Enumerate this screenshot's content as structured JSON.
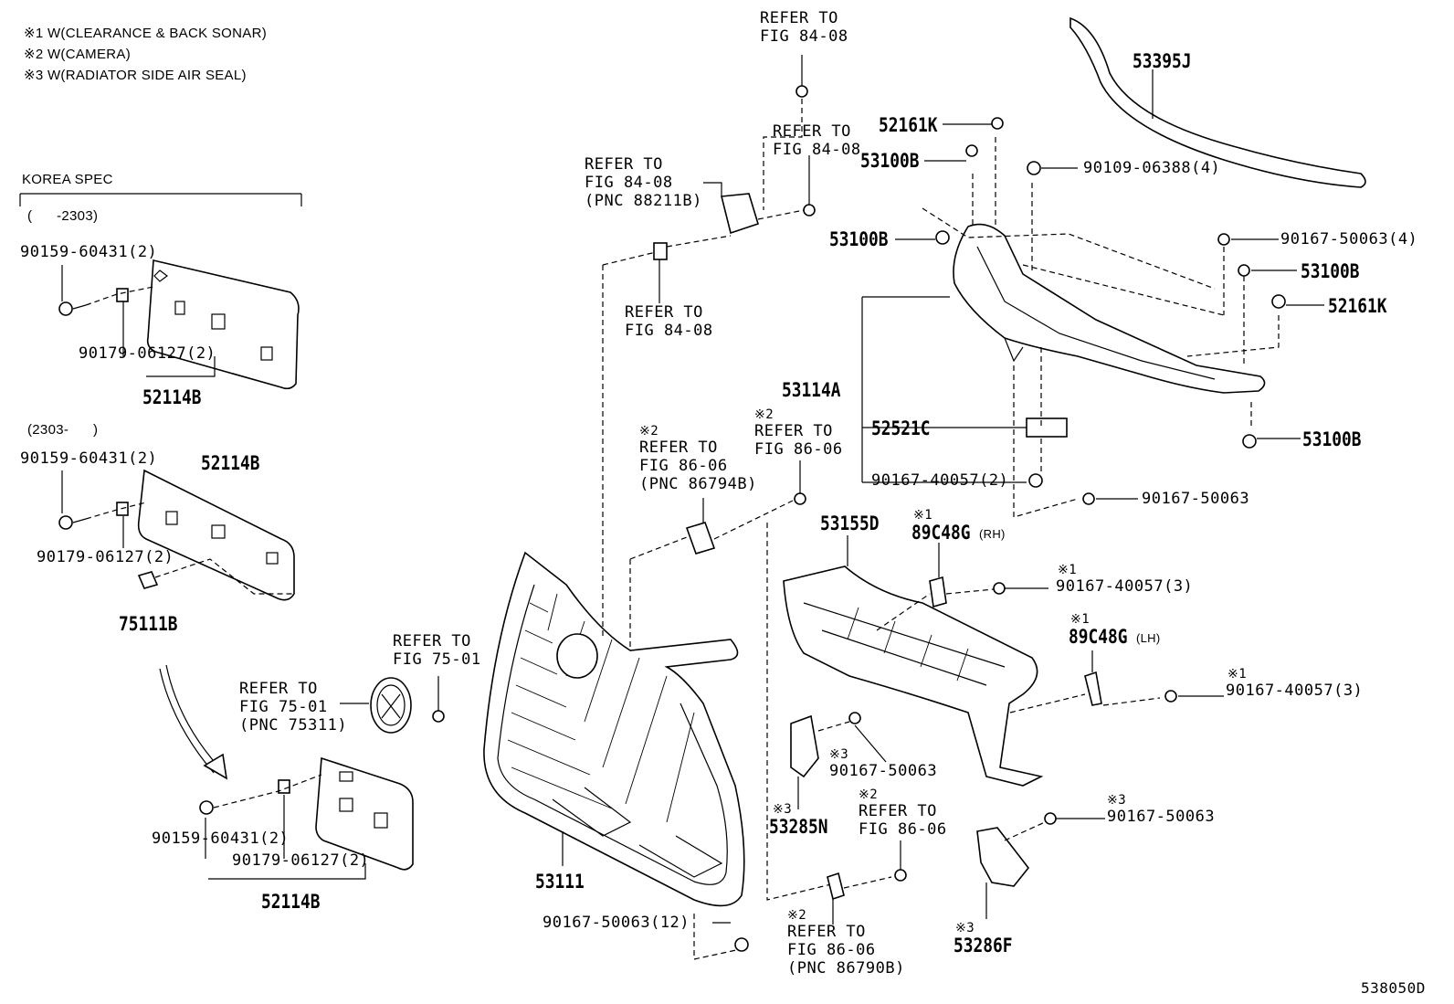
{
  "notes": {
    "n1": "※1 W(CLEARANCE & BACK SONAR)",
    "n2": "※2 W(CAMERA)",
    "n3": "※3 W(RADIATOR SIDE AIR SEAL)"
  },
  "korea": {
    "title": "KOREA SPEC",
    "range_a": "(      -2303)",
    "range_b": "(2303-      )"
  },
  "refs": {
    "r1_a": "REFER TO",
    "r1_b": "FIG 84-08",
    "r2_a": "REFER TO",
    "r2_b": "FIG 84-08",
    "r3_a": "REFER TO",
    "r3_b": "FIG 84-08",
    "r3_c": "(PNC 88211B)",
    "r4_a": "REFER TO",
    "r4_b": "FIG 84-08",
    "r5_m": "※2",
    "r5_a": "REFER TO",
    "r5_b": "FIG 86-06",
    "r5_c": "(PNC 86794B)",
    "r6_m": "※2",
    "r6_a": "REFER TO",
    "r6_b": "FIG 86-06",
    "r7_a": "REFER TO",
    "r7_b": "FIG 75-01",
    "r8_a": "REFER TO",
    "r8_b": "FIG 75-01",
    "r8_c": "(PNC 75311)",
    "r9_m": "※2",
    "r9_a": "REFER TO",
    "r9_b": "FIG 86-06",
    "r10_m": "※2",
    "r10_a": "REFER TO",
    "r10_b": "FIG 86-06",
    "r10_c": "(PNC 86790B)"
  },
  "parts": {
    "p53395J": "53395J",
    "p52161K_a": "52161K",
    "p53100B_a": "53100B",
    "p90109": "90109-06388(4)",
    "p53100B_b": "53100B",
    "p90167_50063_4": "90167-50063(4)",
    "p53100B_c": "53100B",
    "p52161K_b": "52161K",
    "p53114A": "53114A",
    "p52521C": "52521C",
    "p53100B_d": "53100B",
    "p90167_40057_2": "90167-40057(2)",
    "p90167_50063_a": "90167-50063",
    "p53155D": "53155D",
    "p89C48G_rh_m": "※1",
    "p89C48G_rh": "89C48G",
    "p89C48G_rh_s": "(RH)",
    "p90167_40057_3a_m": "※1",
    "p90167_40057_3a": "90167-40057(3)",
    "p89C48G_lh_m": "※1",
    "p89C48G_lh": "89C48G",
    "p89C48G_lh_s": "(LH)",
    "p90167_40057_3b_m": "※1",
    "p90167_40057_3b": "90167-40057(3)",
    "p90167_50063_b_m": "※3",
    "p90167_50063_b": "90167-50063",
    "p53285N_m": "※3",
    "p53285N": "53285N",
    "p90167_50063_c_m": "※3",
    "p90167_50063_c": "90167-50063",
    "p53286F_m": "※3",
    "p53286F": "53286F",
    "p53111": "53111",
    "p90167_50063_12": "90167-50063(12)",
    "k_90159_a": "90159-60431(2)",
    "k_90179_a": "90179-06127(2)",
    "k_52114B_a": "52114B",
    "k_90159_b": "90159-60431(2)",
    "k_52114B_b": "52114B",
    "k_90179_b": "90179-06127(2)",
    "k_75111B": "75111B",
    "m_90159": "90159-60431(2)",
    "m_90179": "90179-06127(2)",
    "m_52114B": "52114B"
  },
  "figure_code": "538050D"
}
